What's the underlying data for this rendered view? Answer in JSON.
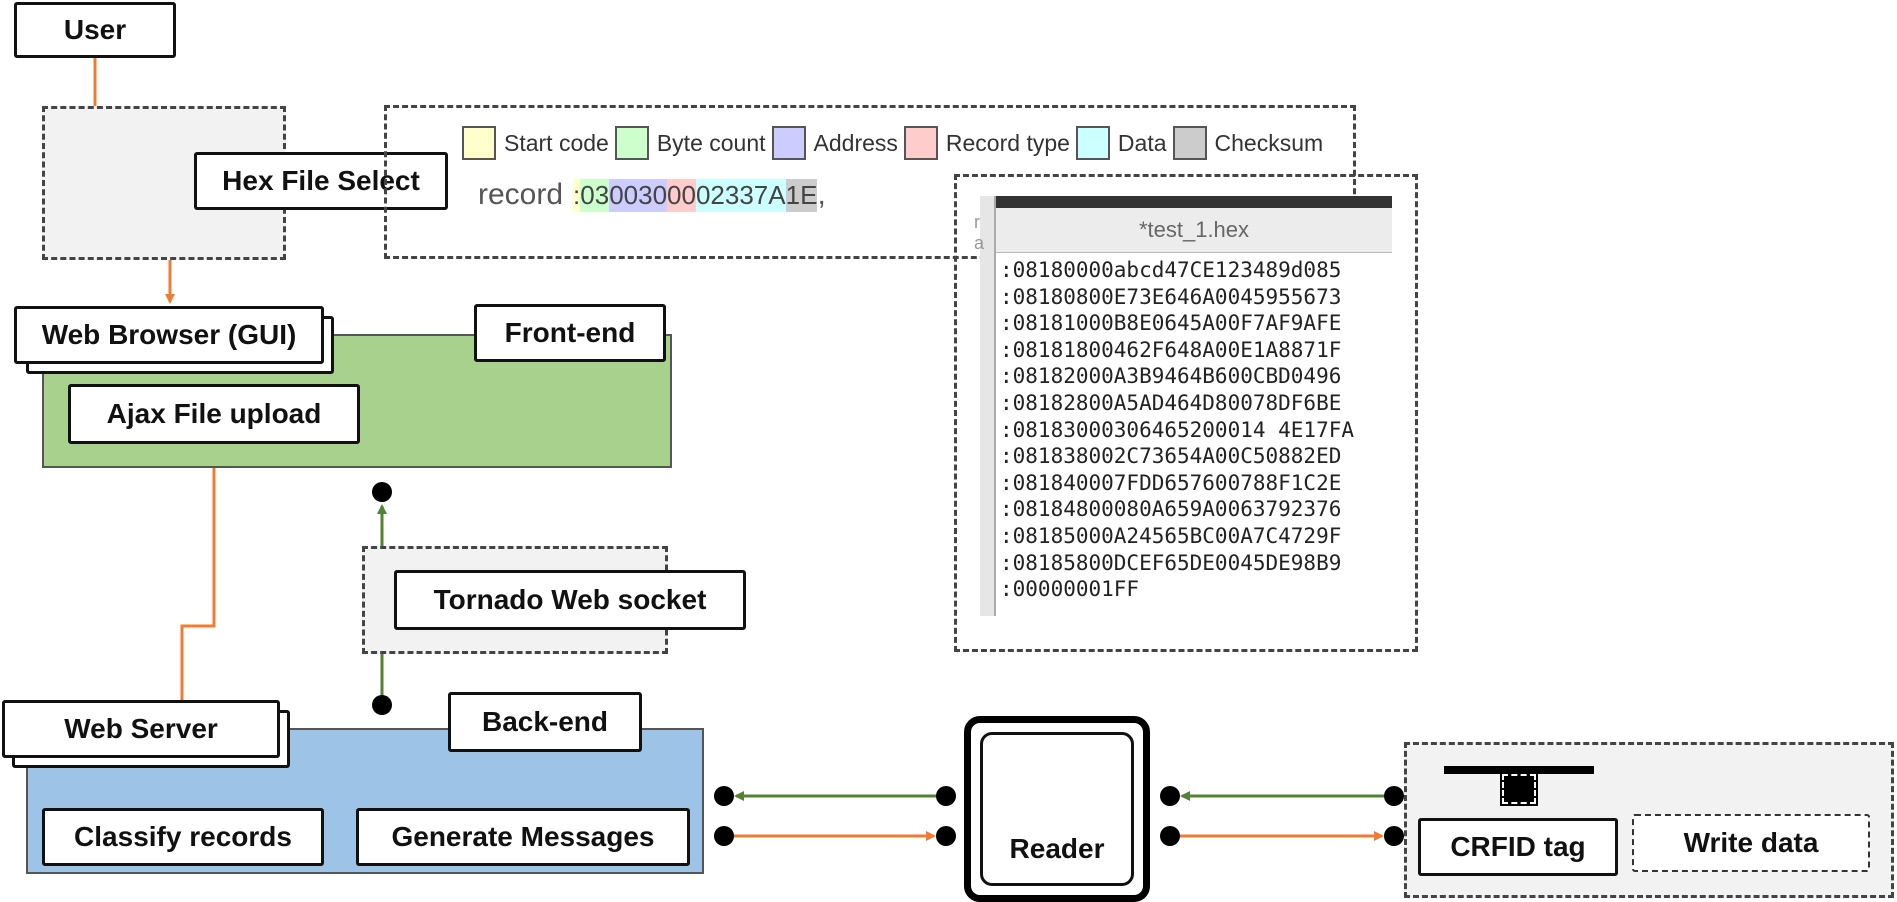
{
  "nodes": {
    "user": "User",
    "hex_file_select": "Hex File Select",
    "web_browser": "Web Browser (GUI)",
    "front_end": "Front-end",
    "ajax_upload": "Ajax File upload",
    "tornado": "Tornado Web socket",
    "web_server": "Web Server",
    "back_end": "Back-end",
    "classify": "Classify records",
    "generate": "Generate Messages",
    "reader": "Reader",
    "crfid": "CRFID tag",
    "write_data": "Write data"
  },
  "legend": [
    {
      "label": "Start code",
      "color": "#ffffcc"
    },
    {
      "label": "Byte count",
      "color": "#ccffcc"
    },
    {
      "label": "Address",
      "color": "#ccccff"
    },
    {
      "label": "Record type",
      "color": "#ffcccc"
    },
    {
      "label": "Data",
      "color": "#ccffff"
    },
    {
      "label": "Checksum",
      "color": "#cccccc"
    }
  ],
  "record": {
    "label": "record",
    "segments": [
      {
        "text": ":",
        "color": "#ffffcc"
      },
      {
        "text": "03",
        "color": "#ccffcc"
      },
      {
        "text": "0030",
        "color": "#ccccff"
      },
      {
        "text": "00",
        "color": "#ffcccc"
      },
      {
        "text": "02337A",
        "color": "#ccffff"
      },
      {
        "text": "1E",
        "color": "#cccccc"
      }
    ],
    "suffix": ","
  },
  "hex_file": {
    "side_text": "r a",
    "title": "*test_1.hex",
    "lines": [
      ":08180000abcd47CE123489d085",
      ":08180800E73E646A0045955673",
      ":08181000B8E0645A00F7AF9AFE",
      ":08181800462F648A00E1A8871F",
      ":08182000A3B9464B600CBD0496",
      ":08182800A5AD464D80078DF6BE",
      ":08183000306465200014 4E17FA",
      ":081838002C73654A00C50882ED",
      ":081840007FDD657600788F1C2E",
      ":08184800080A659A0063792376",
      ":08185000A24565BC00A7C4729F",
      ":08185800DCEF65DE0045DE98B9",
      ":00000001FF"
    ]
  },
  "colors": {
    "orange": "#ed7d31",
    "green": "#548235",
    "frontend_fill": "#a9d18e",
    "backend_fill": "#9dc3e6"
  }
}
